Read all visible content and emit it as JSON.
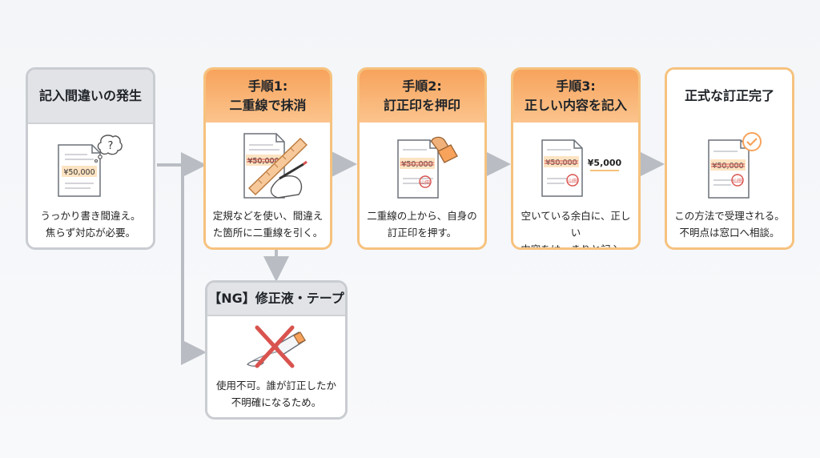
{
  "cards": {
    "mistake": {
      "title": "記入間違いの発生",
      "description": "うっかり書き間違え。\n焦らず対応が必要。",
      "doc_amount": "¥50,000",
      "thought_symbol": "?"
    },
    "step1": {
      "title": "手順1:\n二重線で抹消",
      "description": "定規などを使い、間違え\nた箇所に二重線を引く。",
      "doc_amount": "¥50,000"
    },
    "step2": {
      "title": "手順2:\n訂正印を押印",
      "description": "二重線の上から、自身の\n訂正印を押す。",
      "doc_amount": "¥50,000",
      "seal_char": "山田"
    },
    "step3": {
      "title": "手順3:\n正しい内容を記入",
      "description": "空いている余白に、正しい\n内容をはっきりと記入。",
      "doc_amount": "¥50,000",
      "new_amount": "¥5,000",
      "seal_char": "山田"
    },
    "done": {
      "title": "正式な訂正完了",
      "description": "この方法で受理される。\n不明点は窓口へ相談。",
      "doc_amount": "¥50,000",
      "seal_char": "山田"
    },
    "ng": {
      "title": "【NG】修正液・テープ",
      "description": "使用不可。誰が訂正したか\n不明確になるため。"
    }
  },
  "colors": {
    "orange_accent": "#f7a35c",
    "strike_red": "#d9534f",
    "arrow_gray": "#b9bdc3",
    "ng_red": "#d9534f"
  }
}
